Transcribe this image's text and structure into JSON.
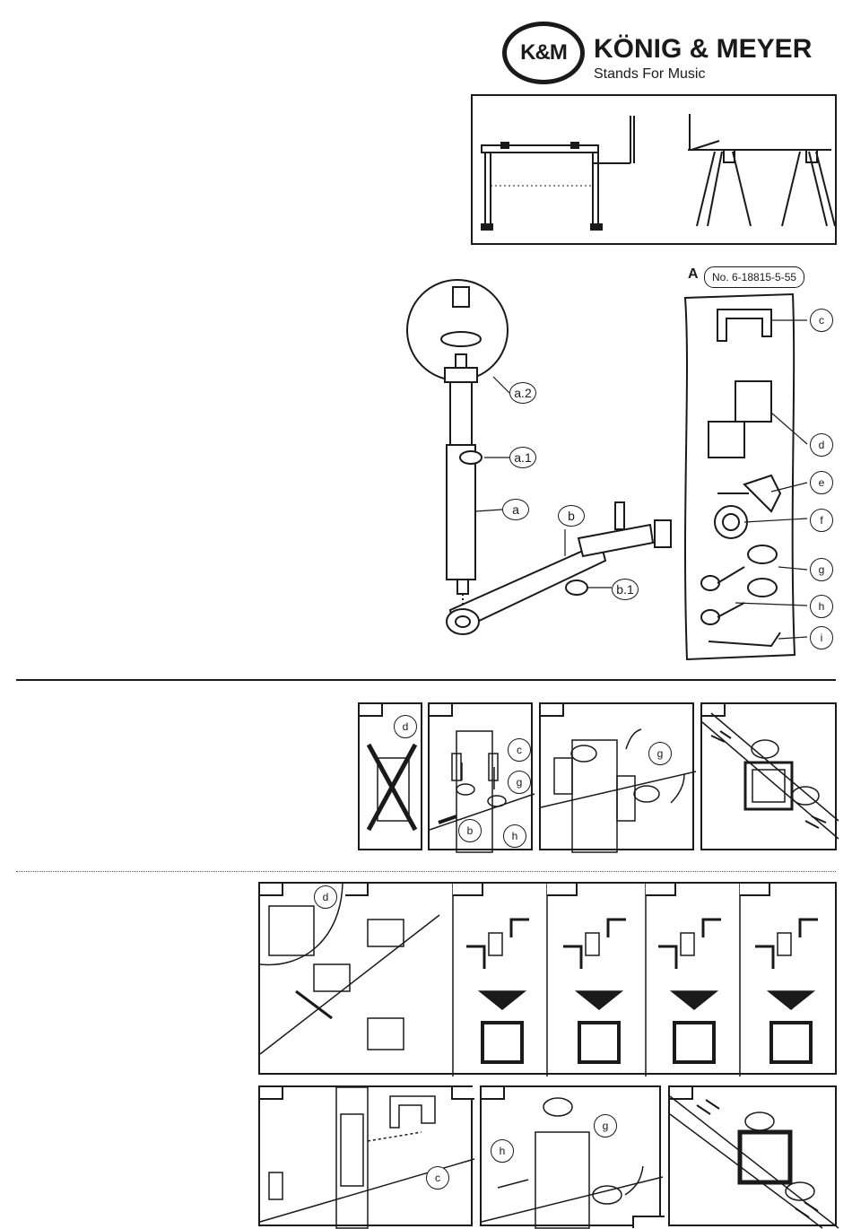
{
  "header": {
    "logo_text": "K&M",
    "brand_name": "KÖNIG & MEYER",
    "tagline": "Stands For Music"
  },
  "parts": {
    "labels": {
      "a": "a",
      "a1": "a.1",
      "a2": "a.2",
      "b": "b",
      "b1": "b.1"
    }
  },
  "set_a": {
    "label": "A",
    "part_number": "No. 6-18815-5-55",
    "items": [
      "c",
      "d",
      "e",
      "f",
      "g",
      "h",
      "i"
    ]
  },
  "steps_row1": {
    "d_label": "d",
    "c_label": "c",
    "g_label": "g",
    "b_label": "b",
    "h_label": "h",
    "g2_label": "g"
  },
  "steps_row2": {
    "d_label": "d"
  },
  "steps_row3": {
    "c_label": "c",
    "h_label": "h",
    "g_label": "g"
  }
}
